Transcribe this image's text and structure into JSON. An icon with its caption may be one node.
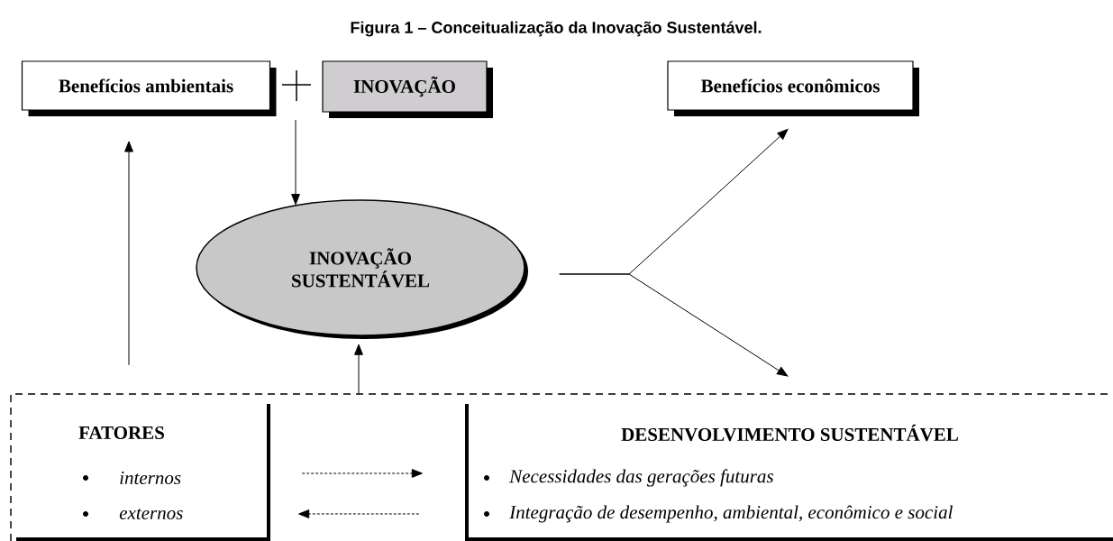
{
  "diagram": {
    "title": "Figura 1 – Conceitualização da Inovação Sustentável.",
    "nodes": [
      {
        "text": [
          "Benefícios ambientais"
        ]
      },
      {
        "text": [
          "INOVAÇÃO"
        ]
      },
      {
        "text": [
          "Benefícios econômicos"
        ]
      },
      {
        "text": [
          "INOVAÇÃO SUSTENTÁVEL"
        ]
      },
      {
        "text": [],
        "shape": "box"
      },
      {
        "text": [
          "FATORES",
          "internos",
          "externos"
        ],
        "in": 4
      },
      {
        "text": [
          "DESENVOLVIMENTO SUSTENTÁVEL",
          "Necessidades das gerações futuras",
          "Integração de desempenho, ambiental, econômico e social"
        ],
        "in": 4
      }
    ],
    "edges": [
      {
        "from": null,
        "to": 3,
        "arrow": "to"
      },
      {
        "from": 4,
        "to": 0,
        "arrow": "to"
      },
      {
        "from": 4,
        "to": 3,
        "arrow": "to"
      },
      {
        "from": 3,
        "to": 2,
        "arrow": "to"
      },
      {
        "from": 3,
        "to": 4,
        "arrow": "to"
      },
      {
        "from": 5,
        "to": 6,
        "arrow": "to",
        "style": "dashed"
      },
      {
        "from": 6,
        "to": 5,
        "arrow": "to",
        "style": "dashed"
      }
    ]
  }
}
